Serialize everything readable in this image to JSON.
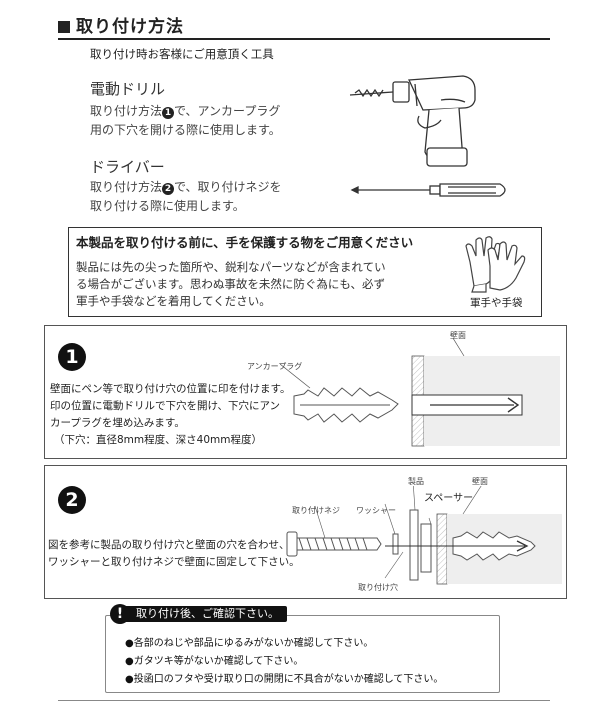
{
  "title": "取り付け方法",
  "intro": "取り付け時お客様にご用意頂く工具",
  "tools": [
    {
      "name": "電動ドリル",
      "desc_line1_pre": "取り付け方法",
      "num": "1",
      "desc_line1_post": "で、アンカープラグ",
      "desc_line2": "用の下穴を開ける際に使用します。",
      "icon": "electric-drill-icon"
    },
    {
      "name": "ドライバー",
      "desc_line1_pre": "取り付け方法",
      "num": "2",
      "desc_line1_post": "で、取り付けネジを",
      "desc_line2": "取り付ける際に使用します。",
      "icon": "screwdriver-icon"
    }
  ],
  "warning": {
    "heading": "本製品を取り付ける前に、手を保護する物をご用意ください",
    "lines": [
      "製品には先の尖った箇所や、鋭利なパーツなどが含まれてい",
      "る場合がございます。思わぬ事故を未然に防ぐ為にも、必ず",
      "軍手や手袋などを着用してください。"
    ],
    "glove_label": "軍手や手袋",
    "icon": "gloves-icon"
  },
  "step1": {
    "number": "1",
    "lines": [
      "壁面にペン等で取り付け穴の位置に印を付けます。",
      "印の位置に電動ドリルで下穴を開け、下穴にアン",
      "カープラグを埋め込みます。",
      "（下穴：直径8mm程度、深さ40mm程度）"
    ],
    "label_anchor": "アンカープラグ",
    "label_wall": "壁面"
  },
  "step2": {
    "number": "2",
    "lines": [
      "図を参考に製品の取り付け穴と壁面の穴を合わせ、",
      "ワッシャーと取り付けネジで壁面に固定して下さい。"
    ],
    "label_screw": "取り付けネジ",
    "label_washer": "ワッシャー",
    "label_product": "製品",
    "label_spacer": "スペーサー",
    "label_wall": "壁面",
    "label_hole": "取り付け穴"
  },
  "confirm": {
    "bang": "!",
    "heading": "取り付け後、ご確認下さい。",
    "items": [
      "●各部のねじや部品にゆるみがないか確認して下さい。",
      "●ガタツキ等がないか確認して下さい。",
      "●投函口のフタや受け取り口の開閉に不具合がないか確認して下さい。"
    ]
  }
}
